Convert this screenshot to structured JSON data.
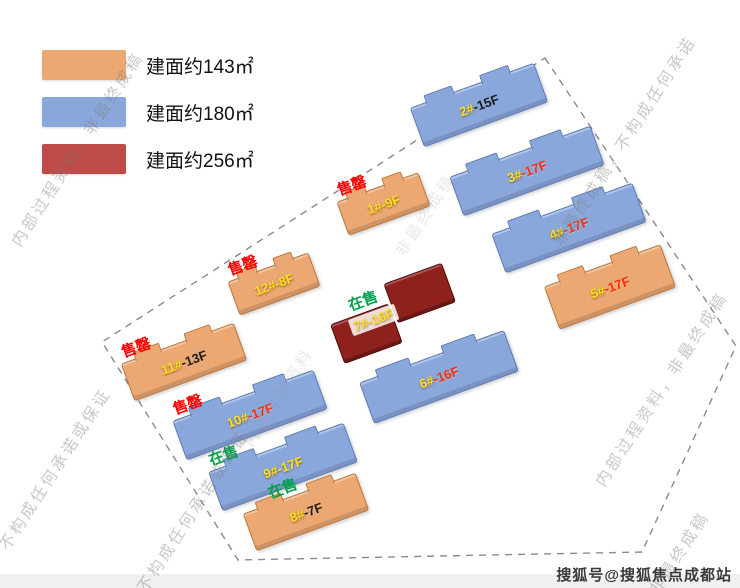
{
  "legend": {
    "items": [
      {
        "label": "建面约143㎡",
        "color": "#EBA873"
      },
      {
        "label": "建面约180㎡",
        "color": "#8AA7DC"
      },
      {
        "label": "建面约256㎡",
        "color": "#BE4B48"
      }
    ]
  },
  "buildings": [
    {
      "num": "1#",
      "floor": "-9F",
      "area_type": "143㎡",
      "status": "售罄"
    },
    {
      "num": "2#",
      "floor": "-15F",
      "area_type": "180㎡",
      "status": ""
    },
    {
      "num": "3#",
      "floor": "-17F",
      "area_type": "180㎡",
      "status": ""
    },
    {
      "num": "4#",
      "floor": "-17F",
      "area_type": "180㎡",
      "status": ""
    },
    {
      "num": "5#",
      "floor": "-17F",
      "area_type": "143㎡",
      "status": ""
    },
    {
      "num": "6#",
      "floor": "-16F",
      "area_type": "180㎡",
      "status": ""
    },
    {
      "num": "7#",
      "floor": "-16F",
      "area_type": "256㎡",
      "status": "在售"
    },
    {
      "num": "8#",
      "floor": "-7F",
      "area_type": "143㎡",
      "status": "在售"
    },
    {
      "num": "9#",
      "floor": "-17F",
      "area_type": "180㎡",
      "status": "在售"
    },
    {
      "num": "10#",
      "floor": "-17F",
      "area_type": "180㎡",
      "status": "售罄"
    },
    {
      "num": "11#",
      "floor": "-13F",
      "area_type": "143㎡",
      "status": "售罄"
    },
    {
      "num": "12#",
      "floor": "-8F",
      "area_type": "143㎡",
      "status": "售罄"
    }
  ],
  "watermark": {
    "diagonal_text": "内部过程资料，非最终成稿，不构成任何承诺或保证",
    "fragments": [
      "内部过程资料，非最终成稿",
      "非最终成稿，不构成任何承诺",
      "内部过程资料，非最终成稿",
      "不构成任何承诺或保证",
      "不构成任何承诺或保证",
      "内部过程资料",
      "非最终成稿",
      "非最终成稿"
    ],
    "sohu_credit": "搜狐号@搜狐焦点成都站"
  }
}
